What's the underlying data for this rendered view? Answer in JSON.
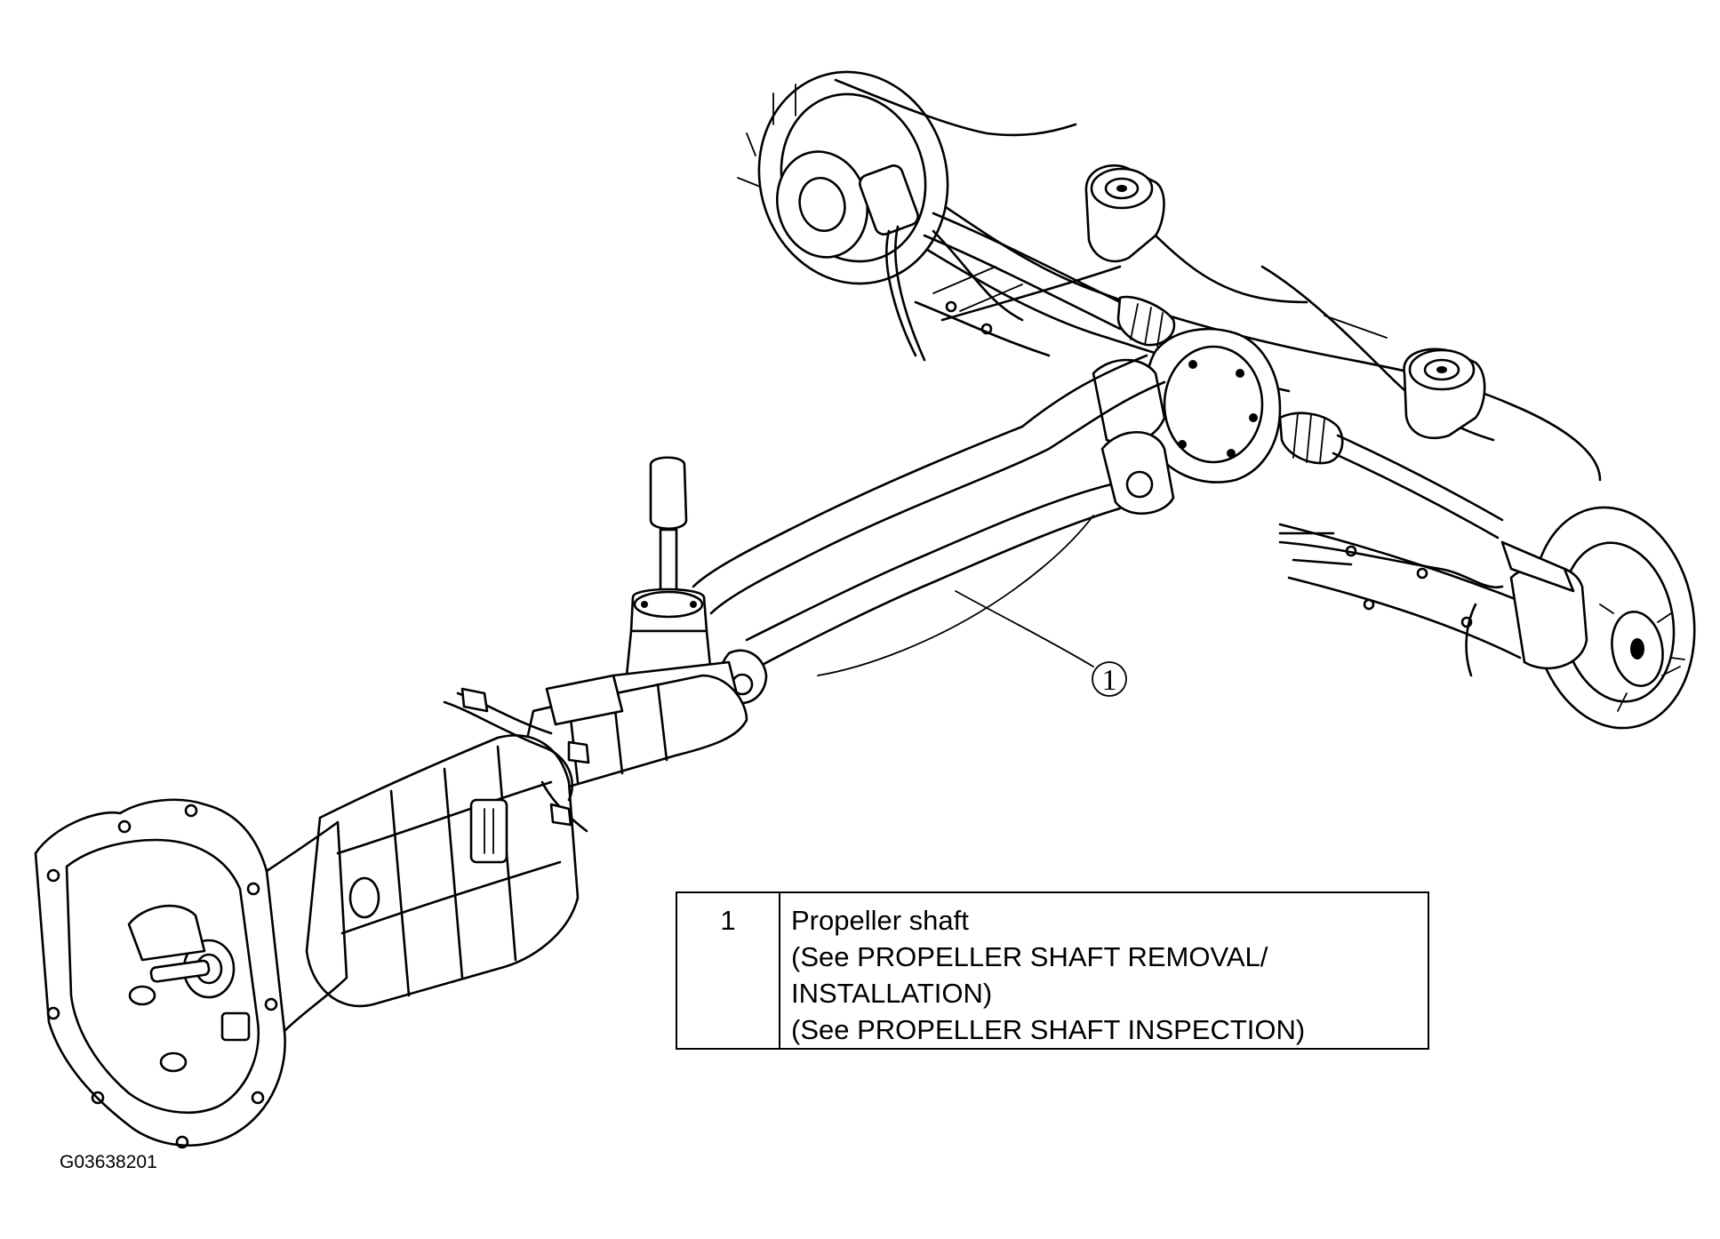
{
  "callout": {
    "label": "1"
  },
  "legend": {
    "rows": [
      {
        "number": "1",
        "lines": [
          "Propeller shaft",
          "(See PROPELLER SHAFT REMOVAL/",
          "INSTALLATION)",
          "(See PROPELLER SHAFT INSPECTION)"
        ]
      }
    ]
  },
  "figure_id": "G03638201"
}
